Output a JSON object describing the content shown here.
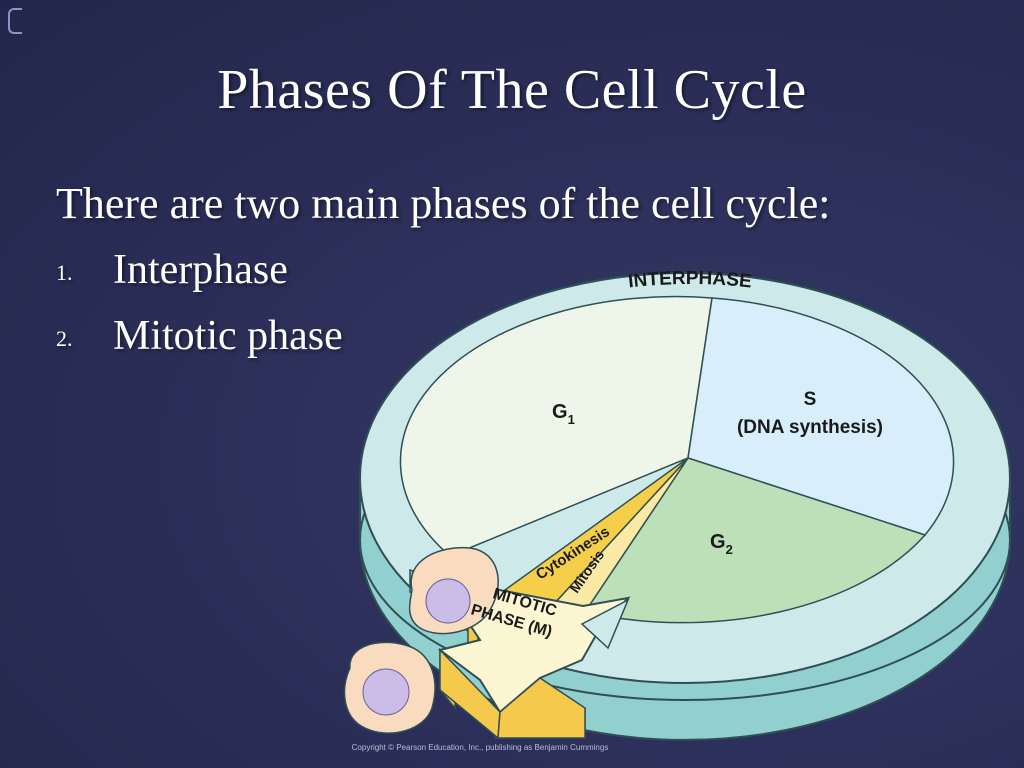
{
  "slide": {
    "title": "Phases Of The Cell Cycle",
    "intro": "There are two main phases of the cell cycle:",
    "list": [
      {
        "number": "1.",
        "label": "Interphase"
      },
      {
        "number": "2.",
        "label": "Mitotic phase"
      }
    ]
  },
  "diagram": {
    "ring_label": "INTERPHASE",
    "g1": {
      "main": "G",
      "sub": "1"
    },
    "s": {
      "line1": "S",
      "line2": "(DNA synthesis)"
    },
    "g2": {
      "main": "G",
      "sub": "2"
    },
    "cytokinesis": "Cytokinesis",
    "mitosis": "Mitosis",
    "mitotic_phase": {
      "line1": "MITOTIC",
      "line2": "PHASE (M)"
    },
    "copyright": "Copyright © Pearson Education, Inc., publishing as Benjamin Cummings",
    "colors": {
      "ring": "#cde9ea",
      "ring_side": "#92cfcf",
      "g1": "#eef6ea",
      "s": "#d8eefb",
      "g2": "#bde0b9",
      "mitosis": "#fbe9a6",
      "cytokinesis": "#f6cf4a",
      "arrow": "#fdf6d3",
      "arrow_side": "#f5c94c",
      "cell": "#f9dcc0",
      "nucleus": "#cbbde8"
    }
  }
}
